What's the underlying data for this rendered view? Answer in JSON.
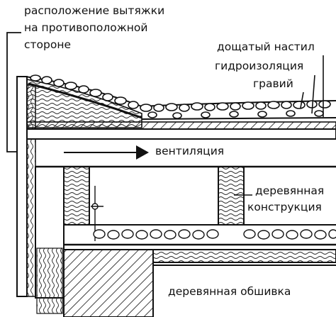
{
  "labels": {
    "exhaust_location": [
      "расположение вытяжки",
      "на противоположной",
      "стороне"
    ],
    "plank_decking": "дощатый настил",
    "waterproofing": "гидроизоляция",
    "gravel": "гравий",
    "ventilation": "вентиляция",
    "wooden_structure": [
      "деревянная",
      "конструкция"
    ],
    "wooden_cladding": "деревянная обшивка"
  },
  "colors": {
    "ink": "#111111",
    "paper": "#ffffff"
  }
}
